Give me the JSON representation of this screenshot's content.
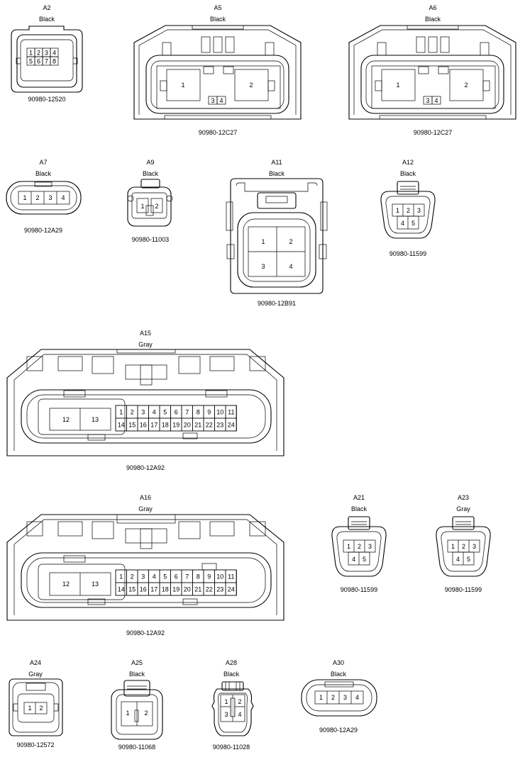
{
  "connectors": [
    {
      "id": "A2",
      "color": "Black",
      "part": "90980-12520",
      "pins": [
        "1",
        "2",
        "3",
        "4",
        "5",
        "6",
        "7",
        "8"
      ]
    },
    {
      "id": "A5",
      "color": "Black",
      "part": "90980-12C27",
      "pins": [
        "1",
        "2",
        "3",
        "4"
      ]
    },
    {
      "id": "A6",
      "color": "Black",
      "part": "90980-12C27",
      "pins": [
        "1",
        "2",
        "3",
        "4"
      ]
    },
    {
      "id": "A7",
      "color": "Black",
      "part": "90980-12A29",
      "pins": [
        "1",
        "2",
        "3",
        "4"
      ]
    },
    {
      "id": "A9",
      "color": "Black",
      "part": "90980-11003",
      "pins": [
        "1",
        "2"
      ]
    },
    {
      "id": "A11",
      "color": "Black",
      "part": "90980-12B91",
      "pins": [
        "1",
        "2",
        "3",
        "4"
      ]
    },
    {
      "id": "A12",
      "color": "Black",
      "part": "90980-11599",
      "pins": [
        "1",
        "2",
        "3",
        "4",
        "5"
      ]
    },
    {
      "id": "A15",
      "color": "Gray",
      "part": "90980-12A92",
      "pins": [
        "1",
        "2",
        "3",
        "4",
        "5",
        "6",
        "7",
        "8",
        "9",
        "10",
        "11",
        "12",
        "13",
        "14",
        "15",
        "16",
        "17",
        "18",
        "19",
        "20",
        "21",
        "22",
        "23",
        "24"
      ]
    },
    {
      "id": "A16",
      "color": "Gray",
      "part": "90980-12A92",
      "pins": [
        "1",
        "2",
        "3",
        "4",
        "5",
        "6",
        "7",
        "8",
        "9",
        "10",
        "11",
        "12",
        "13",
        "14",
        "15",
        "16",
        "17",
        "18",
        "19",
        "20",
        "21",
        "22",
        "23",
        "24"
      ]
    },
    {
      "id": "A21",
      "color": "Black",
      "part": "90980-11599",
      "pins": [
        "1",
        "2",
        "3",
        "4",
        "5"
      ]
    },
    {
      "id": "A23",
      "color": "Gray",
      "part": "90980-11599",
      "pins": [
        "1",
        "2",
        "3",
        "4",
        "5"
      ]
    },
    {
      "id": "A24",
      "color": "Gray",
      "part": "90980-12572",
      "pins": [
        "1",
        "2"
      ]
    },
    {
      "id": "A25",
      "color": "Black",
      "part": "90980-11068",
      "pins": [
        "1",
        "2"
      ]
    },
    {
      "id": "A28",
      "color": "Black",
      "part": "90980-11028",
      "pins": [
        "1",
        "2",
        "3",
        "4"
      ]
    },
    {
      "id": "A30",
      "color": "Black",
      "part": "90980-12A29",
      "pins": [
        "1",
        "2",
        "3",
        "4"
      ]
    }
  ],
  "style": {
    "line_color": "#000000",
    "background": "#ffffff",
    "shade": "#dcdcdc"
  }
}
